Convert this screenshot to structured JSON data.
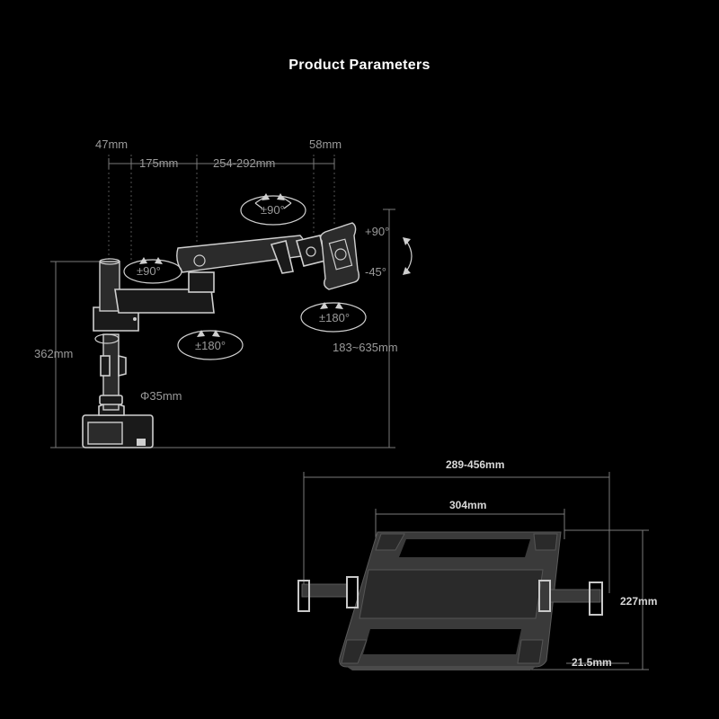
{
  "title": "Product Parameters",
  "arm_dimensions": {
    "d_47": "47mm",
    "d_175": "175mm",
    "d_254": "254-292mm",
    "d_58": "58mm",
    "height_362": "362mm",
    "pole_dia": "Φ35mm",
    "reach": "183~635mm",
    "tilt_up": "+90°",
    "tilt_down": "-45°"
  },
  "rotations": {
    "r_top": "±90°",
    "r_pole": "±90°",
    "r_head": "±180°",
    "r_base": "±180°"
  },
  "tray_dimensions": {
    "width_range": "289-456mm",
    "width": "304mm",
    "height": "227mm",
    "thickness": "21.5mm"
  },
  "colors": {
    "background": "#000000",
    "line": "#cfcfcf",
    "dim_text": "#9a9a9a"
  }
}
